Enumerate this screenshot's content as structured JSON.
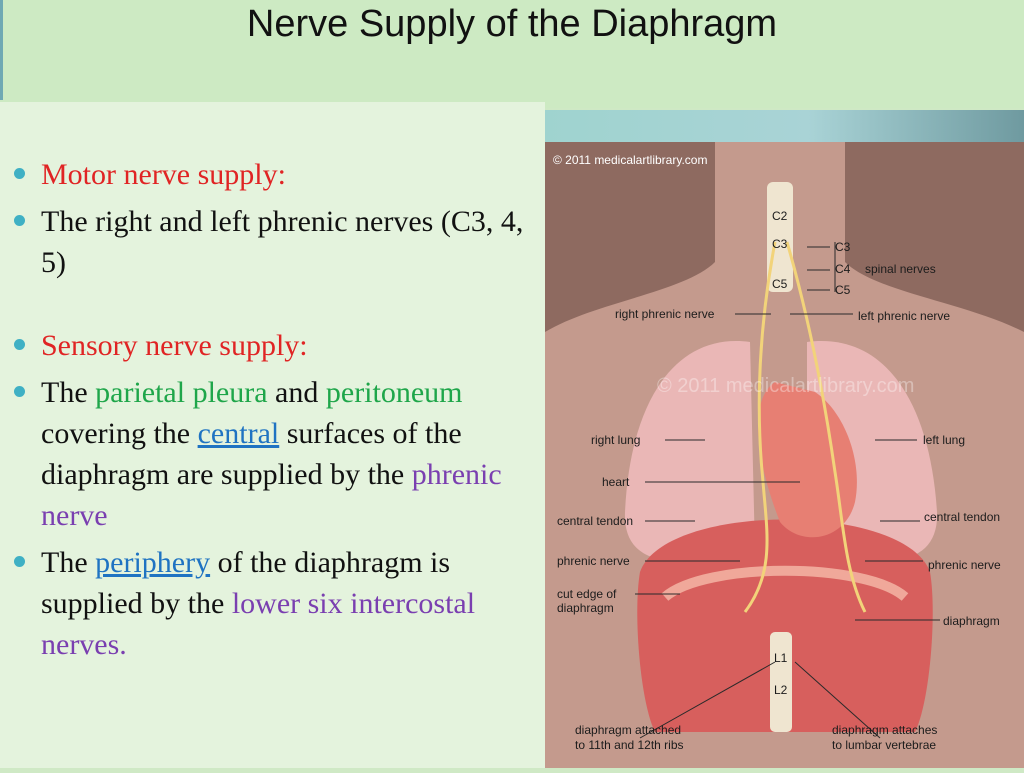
{
  "slide": {
    "title": "Nerve Supply of the Diaphragm"
  },
  "bullets": {
    "motor_heading": "Motor nerve supply:",
    "motor_text": "The right and left phrenic nerves (C3, 4, 5)",
    "sensory_heading": "Sensory nerve supply:",
    "sensory_1": {
      "the": "The",
      "parietal_pleura": "parietal pleura",
      "and": "and",
      "peritoneum": "peritoneum",
      "covering_the": "covering the",
      "central": "central",
      "rest": "surfaces of the diaphragm are supplied by the",
      "phrenic_nerve": "phrenic nerve"
    },
    "sensory_2": {
      "the": "The",
      "periphery": "periphery",
      "rest": "of the diaphragm is supplied by the",
      "lower_six": "lower six intercostal nerves."
    }
  },
  "figure": {
    "copyright": "© 2011 medicalartlibrary.com",
    "watermark": "© 2011 medicalartlibrary.com",
    "vertebrae": {
      "c2": "C2",
      "c3": "C3",
      "c5": "C5",
      "l1": "L1",
      "l2": "L2"
    },
    "labels": {
      "c3": "C3",
      "c4": "C4",
      "c5": "C5",
      "spinal_nerves": "spinal nerves",
      "right_phrenic_nerve": "right phrenic nerve",
      "left_phrenic_nerve": "left phrenic nerve",
      "right_lung": "right lung",
      "left_lung": "left lung",
      "heart": "heart",
      "central_tendon_left": "central tendon",
      "central_tendon_right": "central tendon",
      "phrenic_nerve_left": "phrenic nerve",
      "phrenic_nerve_right": "phrenic nerve",
      "cut_edge_1": "cut edge of",
      "cut_edge_2": "diaphragm",
      "diaphragm": "diaphragm",
      "attached_ribs_1": "diaphragm attached",
      "attached_ribs_2": "to 11th and 12th ribs",
      "attaches_vertebrae_1": "diaphragm attaches",
      "attaches_vertebrae_2": "to lumbar vertebrae"
    },
    "colors": {
      "background": "#8e6a60",
      "body": "#c49a8d",
      "lung": "#eab7b6",
      "heart": "#e77f73",
      "diaphragm": "#d75f5d",
      "nerve": "#f2d37a"
    }
  }
}
